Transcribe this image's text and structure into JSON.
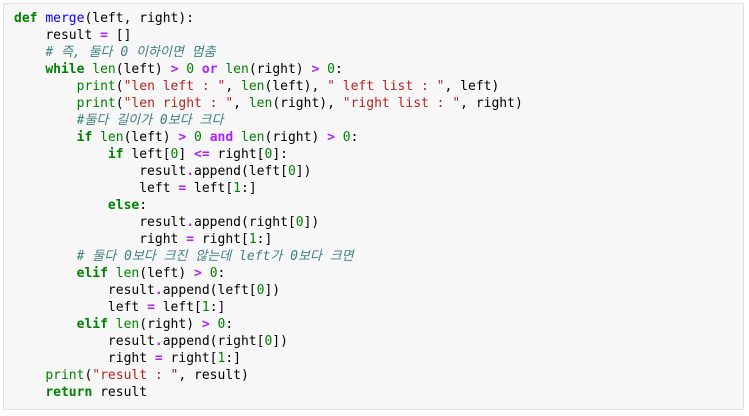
{
  "code": {
    "lines": [
      {
        "indent": "",
        "tokens": [
          {
            "t": "kw",
            "v": "def"
          },
          {
            "t": "p",
            "v": " "
          },
          {
            "t": "fn",
            "v": "merge"
          },
          {
            "t": "p",
            "v": "(left, right):"
          }
        ]
      },
      {
        "indent": "    ",
        "tokens": [
          {
            "t": "p",
            "v": "result "
          },
          {
            "t": "op",
            "v": "="
          },
          {
            "t": "p",
            "v": " []"
          }
        ]
      },
      {
        "indent": "    ",
        "tokens": [
          {
            "t": "cm",
            "v": "# 즉, 둘다 0 이하이면 멈춤"
          }
        ]
      },
      {
        "indent": "    ",
        "tokens": [
          {
            "t": "kw",
            "v": "while"
          },
          {
            "t": "p",
            "v": " "
          },
          {
            "t": "bi",
            "v": "len"
          },
          {
            "t": "p",
            "v": "(left) "
          },
          {
            "t": "op",
            "v": ">"
          },
          {
            "t": "p",
            "v": " "
          },
          {
            "t": "num",
            "v": "0"
          },
          {
            "t": "p",
            "v": " "
          },
          {
            "t": "op",
            "v": "or"
          },
          {
            "t": "p",
            "v": " "
          },
          {
            "t": "bi",
            "v": "len"
          },
          {
            "t": "p",
            "v": "(right) "
          },
          {
            "t": "op",
            "v": ">"
          },
          {
            "t": "p",
            "v": " "
          },
          {
            "t": "num",
            "v": "0"
          },
          {
            "t": "p",
            "v": ":"
          }
        ]
      },
      {
        "indent": "        ",
        "tokens": [
          {
            "t": "bi",
            "v": "print"
          },
          {
            "t": "p",
            "v": "("
          },
          {
            "t": "str",
            "v": "\"len left : \""
          },
          {
            "t": "p",
            "v": ", "
          },
          {
            "t": "bi",
            "v": "len"
          },
          {
            "t": "p",
            "v": "(left), "
          },
          {
            "t": "str",
            "v": "\" left list : \""
          },
          {
            "t": "p",
            "v": ", left)"
          }
        ]
      },
      {
        "indent": "        ",
        "tokens": [
          {
            "t": "bi",
            "v": "print"
          },
          {
            "t": "p",
            "v": "("
          },
          {
            "t": "str",
            "v": "\"len right : \""
          },
          {
            "t": "p",
            "v": ", "
          },
          {
            "t": "bi",
            "v": "len"
          },
          {
            "t": "p",
            "v": "(right), "
          },
          {
            "t": "str",
            "v": "\"right list : \""
          },
          {
            "t": "p",
            "v": ", right)"
          }
        ]
      },
      {
        "indent": "        ",
        "tokens": [
          {
            "t": "cm",
            "v": "#둘다 길이가 0보다 크다"
          }
        ]
      },
      {
        "indent": "        ",
        "tokens": [
          {
            "t": "kw",
            "v": "if"
          },
          {
            "t": "p",
            "v": " "
          },
          {
            "t": "bi",
            "v": "len"
          },
          {
            "t": "p",
            "v": "(left) "
          },
          {
            "t": "op",
            "v": ">"
          },
          {
            "t": "p",
            "v": " "
          },
          {
            "t": "num",
            "v": "0"
          },
          {
            "t": "p",
            "v": " "
          },
          {
            "t": "op",
            "v": "and"
          },
          {
            "t": "p",
            "v": " "
          },
          {
            "t": "bi",
            "v": "len"
          },
          {
            "t": "p",
            "v": "(right) "
          },
          {
            "t": "op",
            "v": ">"
          },
          {
            "t": "p",
            "v": " "
          },
          {
            "t": "num",
            "v": "0"
          },
          {
            "t": "p",
            "v": ":"
          }
        ]
      },
      {
        "indent": "            ",
        "tokens": [
          {
            "t": "kw",
            "v": "if"
          },
          {
            "t": "p",
            "v": " left["
          },
          {
            "t": "num",
            "v": "0"
          },
          {
            "t": "p",
            "v": "] "
          },
          {
            "t": "op",
            "v": "<="
          },
          {
            "t": "p",
            "v": " right["
          },
          {
            "t": "num",
            "v": "0"
          },
          {
            "t": "p",
            "v": "]:"
          }
        ]
      },
      {
        "indent": "                ",
        "tokens": [
          {
            "t": "p",
            "v": "result"
          },
          {
            "t": "op",
            "v": "."
          },
          {
            "t": "p",
            "v": "append(left["
          },
          {
            "t": "num",
            "v": "0"
          },
          {
            "t": "p",
            "v": "])"
          }
        ]
      },
      {
        "indent": "                ",
        "tokens": [
          {
            "t": "p",
            "v": "left "
          },
          {
            "t": "op",
            "v": "="
          },
          {
            "t": "p",
            "v": " left["
          },
          {
            "t": "num",
            "v": "1"
          },
          {
            "t": "p",
            "v": ":]"
          }
        ]
      },
      {
        "indent": "            ",
        "tokens": [
          {
            "t": "kw",
            "v": "else"
          },
          {
            "t": "p",
            "v": ":"
          }
        ]
      },
      {
        "indent": "                ",
        "tokens": [
          {
            "t": "p",
            "v": "result"
          },
          {
            "t": "op",
            "v": "."
          },
          {
            "t": "p",
            "v": "append(right["
          },
          {
            "t": "num",
            "v": "0"
          },
          {
            "t": "p",
            "v": "])"
          }
        ]
      },
      {
        "indent": "                ",
        "tokens": [
          {
            "t": "p",
            "v": "right "
          },
          {
            "t": "op",
            "v": "="
          },
          {
            "t": "p",
            "v": " right["
          },
          {
            "t": "num",
            "v": "1"
          },
          {
            "t": "p",
            "v": ":]"
          }
        ]
      },
      {
        "indent": "        ",
        "tokens": [
          {
            "t": "cm",
            "v": "# 둘다 0보다 크진 않는데 left가 0보다 크면"
          }
        ]
      },
      {
        "indent": "        ",
        "tokens": [
          {
            "t": "kw",
            "v": "elif"
          },
          {
            "t": "p",
            "v": " "
          },
          {
            "t": "bi",
            "v": "len"
          },
          {
            "t": "p",
            "v": "(left) "
          },
          {
            "t": "op",
            "v": ">"
          },
          {
            "t": "p",
            "v": " "
          },
          {
            "t": "num",
            "v": "0"
          },
          {
            "t": "p",
            "v": ":"
          }
        ]
      },
      {
        "indent": "            ",
        "tokens": [
          {
            "t": "p",
            "v": "result"
          },
          {
            "t": "op",
            "v": "."
          },
          {
            "t": "p",
            "v": "append(left["
          },
          {
            "t": "num",
            "v": "0"
          },
          {
            "t": "p",
            "v": "])"
          }
        ]
      },
      {
        "indent": "            ",
        "tokens": [
          {
            "t": "p",
            "v": "left "
          },
          {
            "t": "op",
            "v": "="
          },
          {
            "t": "p",
            "v": " left["
          },
          {
            "t": "num",
            "v": "1"
          },
          {
            "t": "p",
            "v": ":]"
          }
        ]
      },
      {
        "indent": "        ",
        "tokens": [
          {
            "t": "kw",
            "v": "elif"
          },
          {
            "t": "p",
            "v": " "
          },
          {
            "t": "bi",
            "v": "len"
          },
          {
            "t": "p",
            "v": "(right) "
          },
          {
            "t": "op",
            "v": ">"
          },
          {
            "t": "p",
            "v": " "
          },
          {
            "t": "num",
            "v": "0"
          },
          {
            "t": "p",
            "v": ":"
          }
        ]
      },
      {
        "indent": "            ",
        "tokens": [
          {
            "t": "p",
            "v": "result"
          },
          {
            "t": "op",
            "v": "."
          },
          {
            "t": "p",
            "v": "append(right["
          },
          {
            "t": "num",
            "v": "0"
          },
          {
            "t": "p",
            "v": "])"
          }
        ]
      },
      {
        "indent": "            ",
        "tokens": [
          {
            "t": "p",
            "v": "right "
          },
          {
            "t": "op",
            "v": "="
          },
          {
            "t": "p",
            "v": " right["
          },
          {
            "t": "num",
            "v": "1"
          },
          {
            "t": "p",
            "v": ":]"
          }
        ]
      },
      {
        "indent": "    ",
        "tokens": [
          {
            "t": "bi",
            "v": "print"
          },
          {
            "t": "p",
            "v": "("
          },
          {
            "t": "str",
            "v": "\"result : \""
          },
          {
            "t": "p",
            "v": ", result)"
          }
        ]
      },
      {
        "indent": "    ",
        "tokens": [
          {
            "t": "kw",
            "v": "return"
          },
          {
            "t": "p",
            "v": " result"
          }
        ]
      }
    ]
  },
  "colors": {
    "background": "#f7f7f7",
    "border": "#e0e0e0",
    "keyword": "#008000",
    "function_name": "#0000ff",
    "builtin": "#008000",
    "operator": "#aa22ff",
    "number": "#008000",
    "string": "#ba2121",
    "comment": "#408080",
    "plain": "#000000"
  }
}
